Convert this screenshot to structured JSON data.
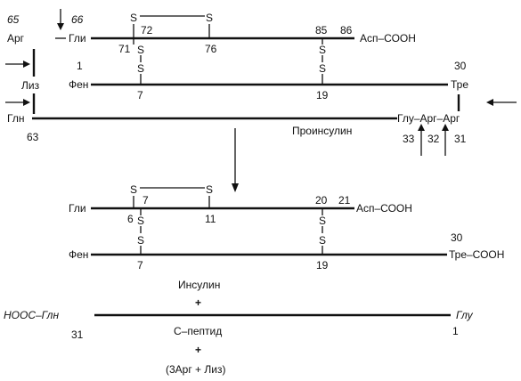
{
  "proinsulin": {
    "a_chain": {
      "start_residue": "Гли",
      "end_residue": "Асп–СООН",
      "n1": "71",
      "n2": "72",
      "n3": "76",
      "n4": "85",
      "n5": "86"
    },
    "b_chain": {
      "start_residue": "Фен",
      "end_residue": "Тре",
      "n_start": "1",
      "n_7": "7",
      "n_19": "19",
      "n_end": "30"
    },
    "connector": {
      "res_65": "Арг",
      "num_65": "65",
      "num_66": "66",
      "lys": "Лиз",
      "gln": "Глн",
      "num_63": "63",
      "tail": "Глу–Арг–Арг",
      "num_33": "33",
      "num_32": "32",
      "num_31": "31"
    },
    "title": "Проинсулин",
    "s": "S"
  },
  "insulin": {
    "a_chain": {
      "start_residue": "Гли",
      "end_residue": "Асп–СООН",
      "n6": "6",
      "n7": "7",
      "n11": "11",
      "n20": "20",
      "n21": "21"
    },
    "b_chain": {
      "start_residue": "Фен",
      "end_residue": "Тре–СООН",
      "n_7": "7",
      "n_19": "19",
      "n_30": "30"
    },
    "title": "Инсулин"
  },
  "plus1": "+",
  "cpeptide": {
    "start": "НООС–Глн",
    "end": "Глу",
    "n31": "31",
    "n1": "1",
    "title": "С–пептид"
  },
  "plus2": "+",
  "byproducts": "(3Арг + Лиз)"
}
